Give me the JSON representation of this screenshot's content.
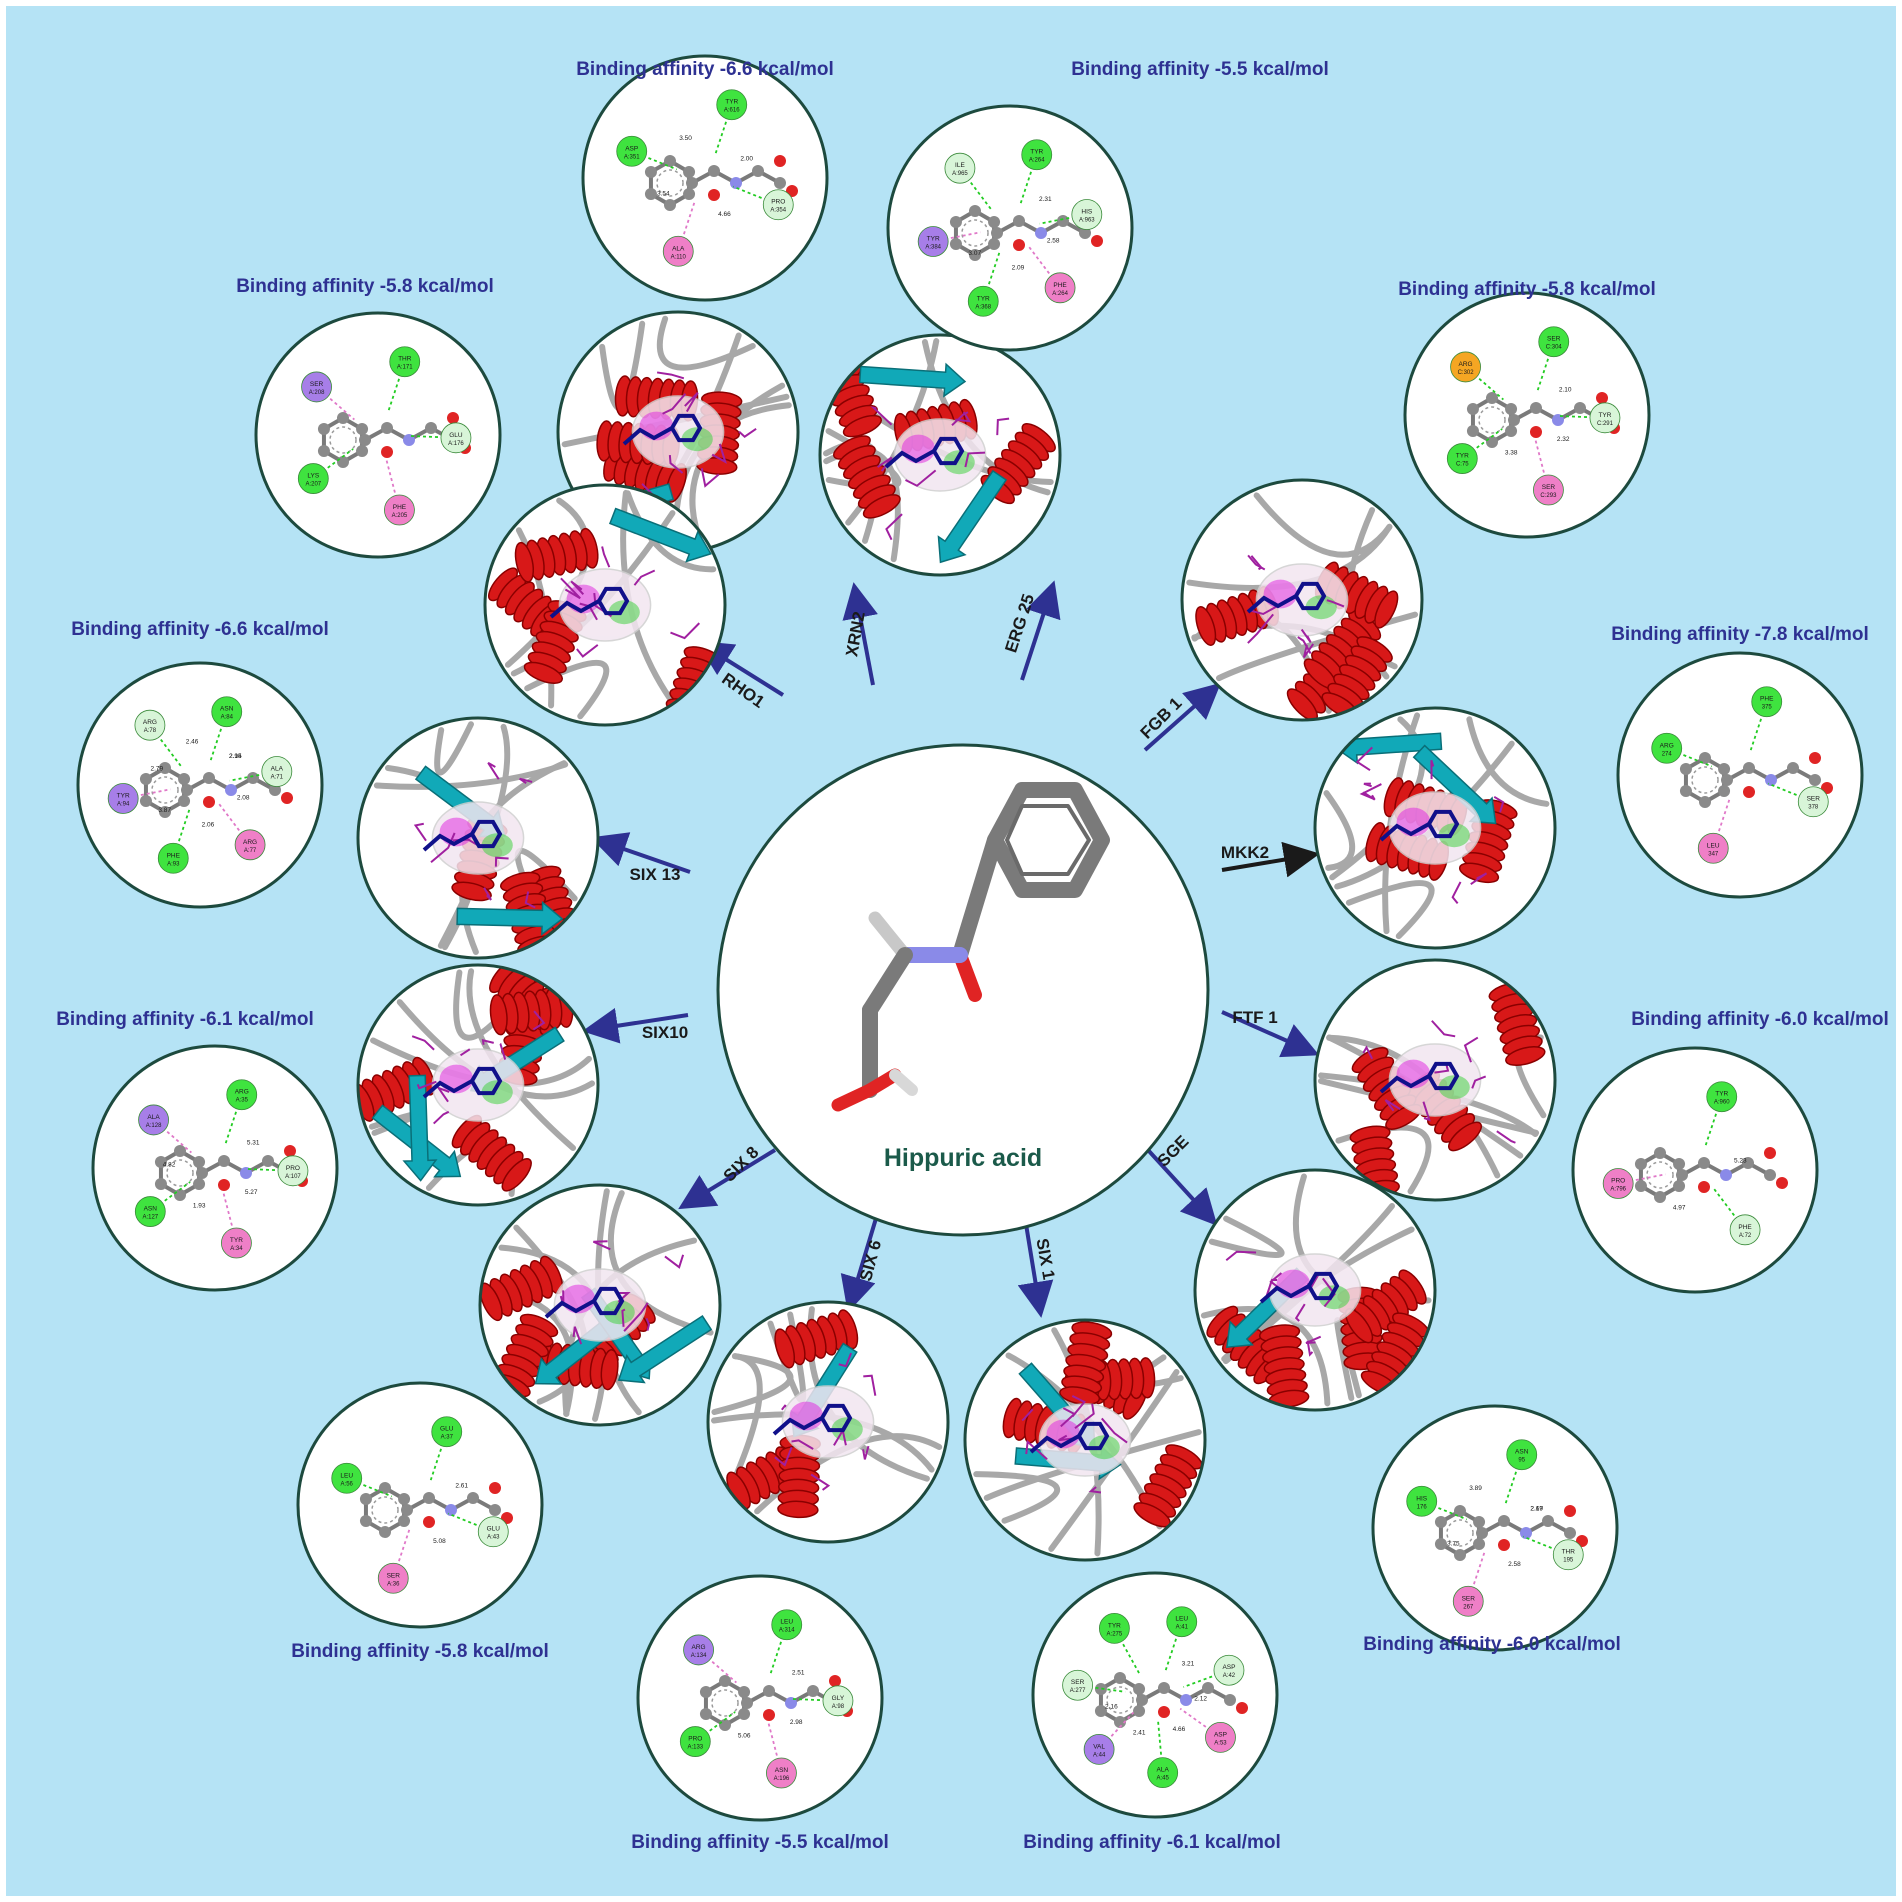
{
  "center": {
    "compound": "Hippuric acid"
  },
  "targets": [
    {
      "id": "xrn2",
      "protein": "XRN2",
      "affinity_label": "Binding affinity -6.6 kcal/mol",
      "residues": [
        "TYR A:616",
        "PRO A:354",
        "ALA A:110",
        "ASP A:351"
      ],
      "distances": [
        "2.00",
        "4.66",
        "3.54",
        "3.50"
      ]
    },
    {
      "id": "erg25",
      "protein": "ERG 25",
      "affinity_label": "Binding affinity -5.5 kcal/mol",
      "residues": [
        "TYR A:264",
        "HIS A:963",
        "PHE A:264",
        "TYR A:368",
        "TYR A:384",
        "ILE A:965"
      ],
      "distances": [
        "2.31",
        "2.58",
        "2.09",
        "3.07"
      ]
    },
    {
      "id": "fgb1",
      "protein": "FGB 1",
      "affinity_label": "Binding affinity -5.8 kcal/mol",
      "residues": [
        "SER C:304",
        "TYR C:291",
        "SER C:293",
        "TYR C:75",
        "ARG C:302"
      ],
      "distances": [
        "2.10",
        "2.32",
        "3.38"
      ]
    },
    {
      "id": "mkk2",
      "protein": "MKK2",
      "affinity_label": "Binding affinity -7.8 kcal/mol",
      "residues": [
        "PHE 375",
        "SER 378",
        "LEU 347",
        "ARG 274"
      ],
      "distances": []
    },
    {
      "id": "ftf1",
      "protein": "FTF 1",
      "affinity_label": "Binding affinity -6.0 kcal/mol",
      "residues": [
        "TYR A:960",
        "PHE A:72",
        "PRO A:796"
      ],
      "distances": [
        "5.23",
        "4.97"
      ]
    },
    {
      "id": "sge",
      "protein": "SGE",
      "affinity_label": "Binding affinity -6.0 kcal/mol",
      "residues": [
        "ASN 95",
        "THR 195",
        "SER 267",
        "HIS 176"
      ],
      "distances": [
        "2.19",
        "2.58",
        "3.75",
        "3.89",
        "2.67"
      ]
    },
    {
      "id": "six1",
      "protein": "SIX 1",
      "affinity_label": "Binding affinity -6.1 kcal/mol",
      "residues": [
        "LEU A:41",
        "ASP A:42",
        "ASP A:53",
        "ALA A:45",
        "VAL A:44",
        "SER A:277",
        "TYR A:275"
      ],
      "distances": [
        "3.21",
        "2.12",
        "4.66",
        "2.41",
        "2.16"
      ]
    },
    {
      "id": "six6",
      "protein": "SIX 6",
      "affinity_label": "Binding affinity -5.5 kcal/mol",
      "residues": [
        "LEU A:314",
        "GLY A:98",
        "ASN A:196",
        "PRO A:133",
        "ARG A:134"
      ],
      "distances": [
        "2.51",
        "2.98",
        "5.06"
      ]
    },
    {
      "id": "six8",
      "protein": "SIX 8",
      "affinity_label": "Binding affinity -5.8 kcal/mol",
      "residues": [
        "GLU A:37",
        "GLU A:43",
        "SER A:36",
        "LEU A:56"
      ],
      "distances": [
        "2.61",
        "5.08"
      ]
    },
    {
      "id": "six10",
      "protein": "SIX10",
      "affinity_label": "Binding affinity -6.1 kcal/mol",
      "residues": [
        "ARG A:35",
        "PRO A:107",
        "TYR A:34",
        "ASN A:127",
        "ALA A:128"
      ],
      "distances": [
        "5.31",
        "5.27",
        "1.93",
        "4.82"
      ]
    },
    {
      "id": "six13",
      "protein": "SIX 13",
      "affinity_label": "Binding affinity -6.6 kcal/mol",
      "residues": [
        "ASN A:84",
        "ALA A:71",
        "ARG A:77",
        "PHE A:93",
        "TYR A:94",
        "ARG A:78"
      ],
      "distances": [
        "2.15",
        "2.08",
        "2.06",
        "3.87",
        "2.79",
        "2.46",
        "2.94"
      ]
    },
    {
      "id": "rho1",
      "protein": "RHO1",
      "affinity_label": "Binding affinity -5.8 kcal/mol",
      "residues": [
        "THR A:171",
        "GLU A:176",
        "PHE A:205",
        "LYS A:207",
        "SER A:208"
      ],
      "distances": []
    }
  ],
  "colors": {
    "background": "#b5e3f5",
    "frame": "#ffffff",
    "circle_border": "#1d4a3e",
    "label_blue": "#2e3192",
    "center_label": "#1b5a4a",
    "arrow_blue": "#2e3192",
    "arrow_dark": "#1a1a1a",
    "hbond_green": "#22cc22",
    "pi_pink": "#e078c8",
    "residue_green": "#3fe33f",
    "residue_pale": "#d8f5d8",
    "residue_pink": "#ef7fc7",
    "residue_purple": "#a77ee8",
    "residue_orange": "#f5a623",
    "atom_grey": "#7a7a7a",
    "atom_red": "#e02424",
    "atom_blue": "#8a8ae8",
    "helix_red": "#d81818",
    "sheet_cyan": "#11a9b8",
    "coil_grey": "#a8a8a8",
    "surface_magenta": "#e030e0",
    "surface_green": "#46d146"
  }
}
